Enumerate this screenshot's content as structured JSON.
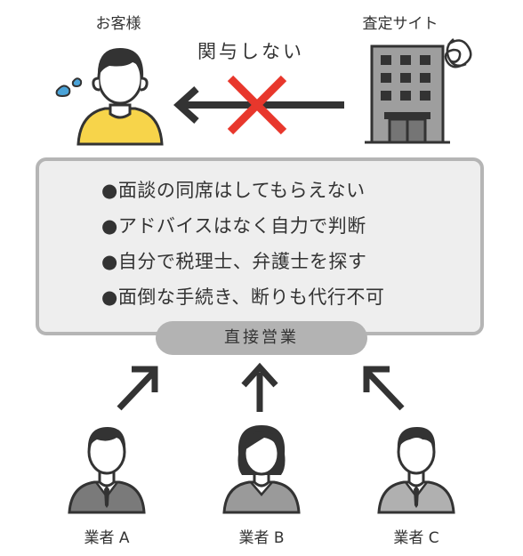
{
  "customer": {
    "label": "お客様"
  },
  "site": {
    "label": "査定サイト"
  },
  "relation": {
    "label": "関与しない"
  },
  "panel": {
    "bullets": [
      "●面談の同席はしてもらえない",
      "●アドバイスはなく自力で判断",
      "●自分で税理士、弁護士を探す",
      "●面倒な手続き、断りも代行不可"
    ],
    "badge": "直接営業"
  },
  "agents": [
    {
      "label": "業者 A"
    },
    {
      "label": "業者 B"
    },
    {
      "label": "業者 C"
    }
  ],
  "colors": {
    "cross": "#e8372c",
    "shirt": "#f7d44a",
    "drop": "#4aa3d8",
    "badge": "#b3b3b3"
  }
}
